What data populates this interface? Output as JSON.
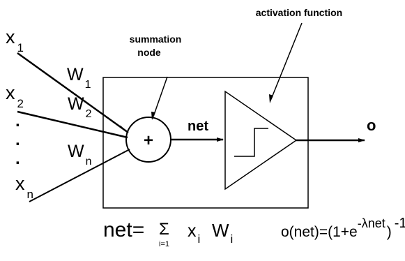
{
  "inputs": {
    "x": "x",
    "sub1": "1",
    "sub2": "2",
    "subn": "n",
    "dot": "."
  },
  "weights": {
    "w": "W",
    "sub1": "1",
    "sub2": "2",
    "subn": "n"
  },
  "summation": {
    "label_line1": "summation",
    "label_line2": "node",
    "symbol": "+"
  },
  "activation": {
    "label": "activation function"
  },
  "signals": {
    "net": "net",
    "output": "o"
  },
  "formula_net": {
    "lhs": "net=",
    "sigma": "Σ",
    "lower": "i=1",
    "x": "x",
    "i1": "i",
    "w": "W",
    "i2": "i"
  },
  "formula_o": {
    "main": "o(net)=(1+e",
    "exp": "-λnet",
    "close": ")",
    "pow": "-1"
  }
}
